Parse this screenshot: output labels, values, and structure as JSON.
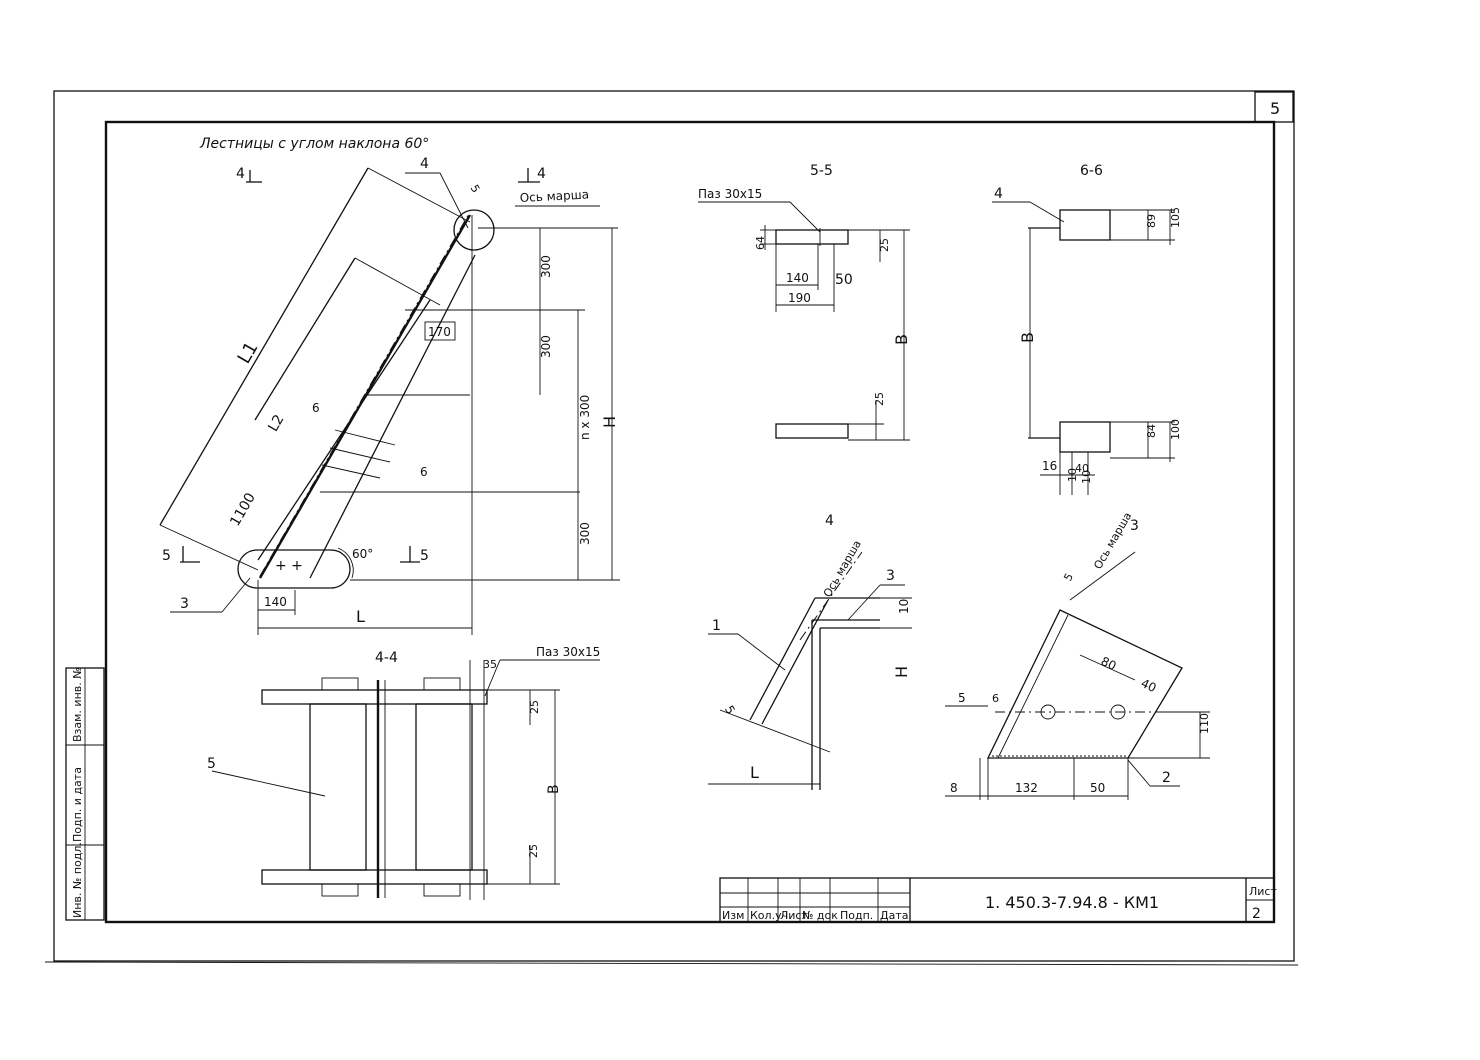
{
  "sheet_number": "5",
  "title": "Лестницы с углом наклона 60°",
  "main_view": {
    "cut_4_left": "4",
    "cut_4_right": "4",
    "callout_4": "4",
    "callout_3": "3",
    "axis_label": "Ось марша",
    "dim_5": "5",
    "dim_L1": "L1",
    "dim_L2": "L2",
    "dim_1100": "1100",
    "dim_170": "170",
    "dim_140": "140",
    "dim_L": "L",
    "dim_300_a": "300",
    "dim_300_b": "300",
    "dim_300_c": "300",
    "dim_nx300": "n x 300",
    "dim_H": "H",
    "angle": "60°",
    "cut_5_left": "5",
    "cut_5_right": "5",
    "cut_6_top": "6",
    "cut_6_bottom": "6"
  },
  "view_5_5": {
    "title": "5-5",
    "groove": "Паз 30х15",
    "dim_64": "64",
    "dim_25_top": "25",
    "dim_140": "140",
    "dim_50": "50",
    "dim_190": "190",
    "dim_B": "B",
    "dim_25_bottom": "25"
  },
  "view_6_6": {
    "title": "6-6",
    "callout_4": "4",
    "dim_89": "89",
    "dim_105": "105",
    "dim_B": "B",
    "dim_84": "84",
    "dim_100": "100",
    "dim_16": "16",
    "dim_10a": "10",
    "dim_40": "40",
    "dim_10b": "10"
  },
  "view_4_4": {
    "title": "4-4",
    "dim_35": "35",
    "groove": "Паз 30х15",
    "callout_5": "5",
    "dim_25_top": "25",
    "dim_B": "B",
    "dim_25_bottom": "25"
  },
  "node_4": {
    "title": "4",
    "axis_label": "Ось марша",
    "callout_1": "1",
    "callout_3": "3",
    "dim_10": "10",
    "dim_H": "H",
    "dim_5": "5",
    "dim_L": "L"
  },
  "node_3": {
    "title": "3",
    "axis_label": "Ось марша",
    "dim_5_top": "5",
    "dim_80": "80",
    "dim_40": "40",
    "dim_5_left": "5",
    "dim_6": "6",
    "dim_110": "110",
    "dim_8": "8",
    "dim_132": "132",
    "dim_50": "50",
    "callout_2": "2"
  },
  "side_stamp": [
    "Инв. № подл.",
    "Подп. и дата",
    "Взам. инв. №"
  ],
  "title_block": {
    "code": "1. 450.3-7.94.8 - КМ1",
    "sheet_label": "Лист",
    "sheet_value": "2",
    "columns": [
      "Изм",
      "Кол.уч",
      "Лист",
      "№ док",
      "Подп.",
      "Дата"
    ]
  }
}
